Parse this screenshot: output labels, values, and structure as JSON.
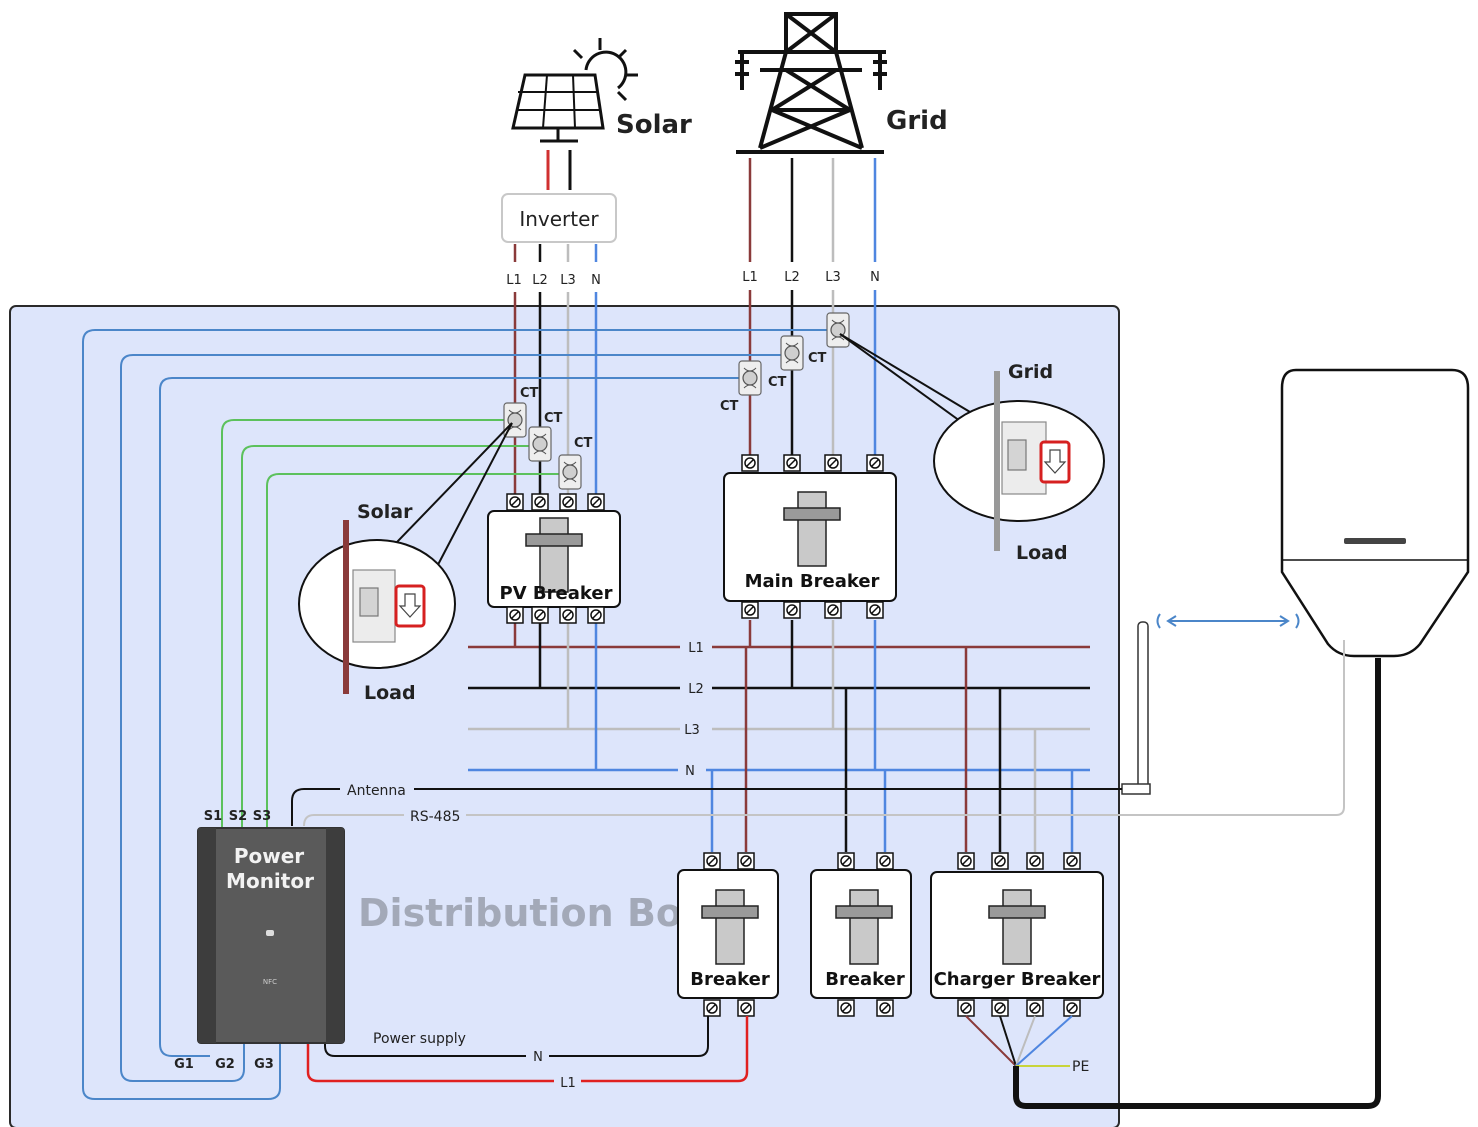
{
  "sources": {
    "solar": "Solar",
    "grid": "Grid",
    "inverter": "Inverter"
  },
  "phases": {
    "l1": "L1",
    "l2": "L2",
    "l3": "L3",
    "n": "N"
  },
  "ct_label": "CT",
  "breakers": {
    "pv": "PV Breaker",
    "main": "Main Breaker",
    "breaker": "Breaker",
    "charger": "Charger Breaker"
  },
  "bus_labels": [
    "L1",
    "L2",
    "L3",
    "N"
  ],
  "callouts": {
    "solar_side": {
      "top": "Solar",
      "bottom": "Load"
    },
    "grid_side": {
      "top": "Grid",
      "bottom": "Load"
    }
  },
  "wires": {
    "antenna": "Antenna",
    "rs485": "RS-485",
    "power_supply": "Power supply",
    "n": "N",
    "l1": "L1",
    "pe": "PE"
  },
  "power_monitor": {
    "title_line1": "Power",
    "title_line2": "Monitor",
    "nfc": "NFC",
    "inputs": [
      "S1",
      "S2",
      "S3"
    ],
    "grounds": [
      "G1",
      "G2",
      "G3"
    ]
  },
  "box_title": "Distribution Box",
  "colors": {
    "box_fill": "#dde5fb",
    "l1": "#8a3a3a",
    "l2": "#111111",
    "l3": "#bdbdbd",
    "n": "#4f86e0",
    "ct_solar_wire": "#5cc15c",
    "ct_grid_wire": "#4b86c9",
    "supply_l1": "#e02020",
    "highlight": "#d62020",
    "power_monitor": "#555555"
  },
  "icons": [
    "solar-panel-icon",
    "sun-icon",
    "transmission-tower-icon",
    "ct-clamp-icon",
    "antenna-icon",
    "wireless-signal-icon",
    "ev-charger-icon",
    "arrow-down-icon"
  ]
}
